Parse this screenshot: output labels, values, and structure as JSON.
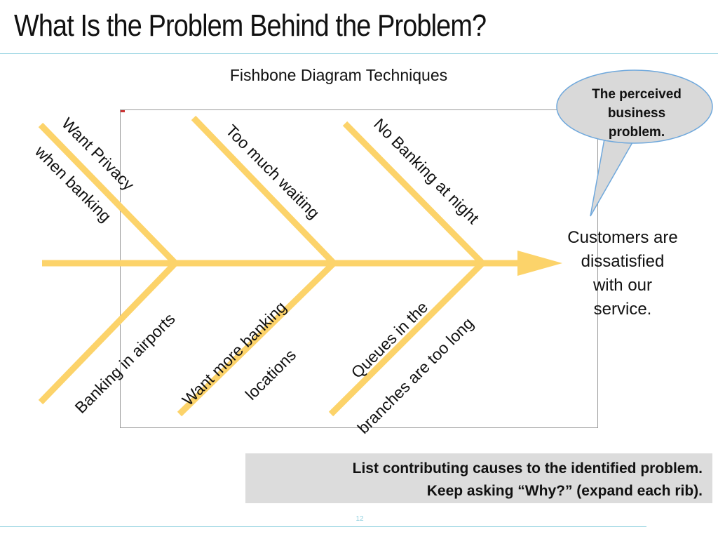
{
  "slide": {
    "title": "What Is the Problem Behind the Problem?",
    "page_number": "12"
  },
  "diagram": {
    "subtitle": "Fishbone Diagram Techniques",
    "effect": {
      "lines": [
        "Customers are",
        "dissatisfied",
        "with our",
        "service."
      ]
    },
    "callout": {
      "lines": [
        "The perceived",
        "business",
        "problem."
      ]
    },
    "causes_top": [
      {
        "label_lines": [
          "Want Privacy",
          "when banking"
        ]
      },
      {
        "label_lines": [
          "Too much waiting"
        ]
      },
      {
        "label_lines": [
          "No Banking at night"
        ]
      }
    ],
    "causes_bottom": [
      {
        "label_lines": [
          "Banking in airports"
        ]
      },
      {
        "label_lines": [
          "Want more banking",
          "locations"
        ]
      },
      {
        "label_lines": [
          "Queues in the",
          "branches are too long"
        ]
      }
    ],
    "colors": {
      "bone": "#fcd36a",
      "callout_fill": "#d9d9d9",
      "callout_stroke": "#6fa8dc",
      "accent_rule": "#8fd0df"
    }
  },
  "note": {
    "lines": [
      "List contributing causes to the identified problem.",
      "Keep asking “Why?” (expand each rib)."
    ]
  }
}
